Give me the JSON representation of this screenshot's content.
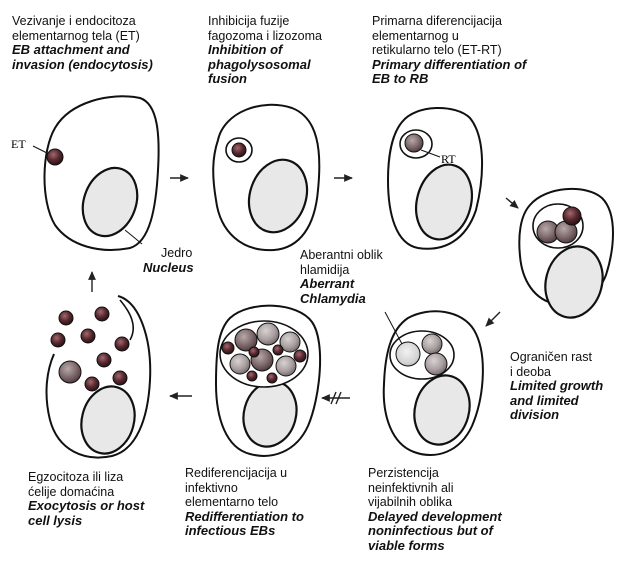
{
  "stages": {
    "s1": {
      "local": [
        "Vezivanje i endocitoza",
        "elementarnog tela (ET)"
      ],
      "en": [
        "EB attachment and",
        "invasion (endocytosis)"
      ]
    },
    "s2": {
      "local": [
        "Inhibicija fuzije",
        "fagozoma i lizozoma"
      ],
      "en": [
        "Inhibition of",
        "phagolysosomal",
        "fusion"
      ]
    },
    "s3": {
      "local": [
        "Primarna diferencijacija",
        "elementarnog u",
        "retikularno telo (ET-RT)"
      ],
      "en": [
        "Primary differentiation of",
        "EB to RB"
      ]
    },
    "s4": {
      "local": [
        "Ograničen rast",
        "i deoba"
      ],
      "en": [
        "Limited growth",
        "and limited",
        "division"
      ]
    },
    "s5": {
      "local": [
        "Perzistencija",
        "neinfektivnih ali",
        "vijabilnih oblika"
      ],
      "en": [
        "Delayed development",
        "noninfectious but of",
        "viable forms"
      ]
    },
    "s6": {
      "local": [
        "Rediferencijacija  u",
        "infektivno",
        "elementarno telo"
      ],
      "en": [
        "Redifferentiation to",
        "infectious EBs"
      ]
    },
    "s7": {
      "local": [
        "Egzocitoza ili liza",
        "ćelije domaćina"
      ],
      "en": [
        "Exocytosis or host",
        "cell lysis"
      ]
    }
  },
  "nucleus": {
    "local": "Jedro",
    "en": "Nucleus"
  },
  "aberrant": {
    "local": [
      "Aberantni oblik",
      "hlamidija"
    ],
    "en": [
      "Aberrant",
      "Chlamydia"
    ]
  },
  "markers": {
    "et": "ET",
    "rt": "RT"
  },
  "colors": {
    "eb": "#4a2326",
    "rb": "#8c8082",
    "nucleus": "#e8e8e8",
    "outline": "#111111"
  }
}
